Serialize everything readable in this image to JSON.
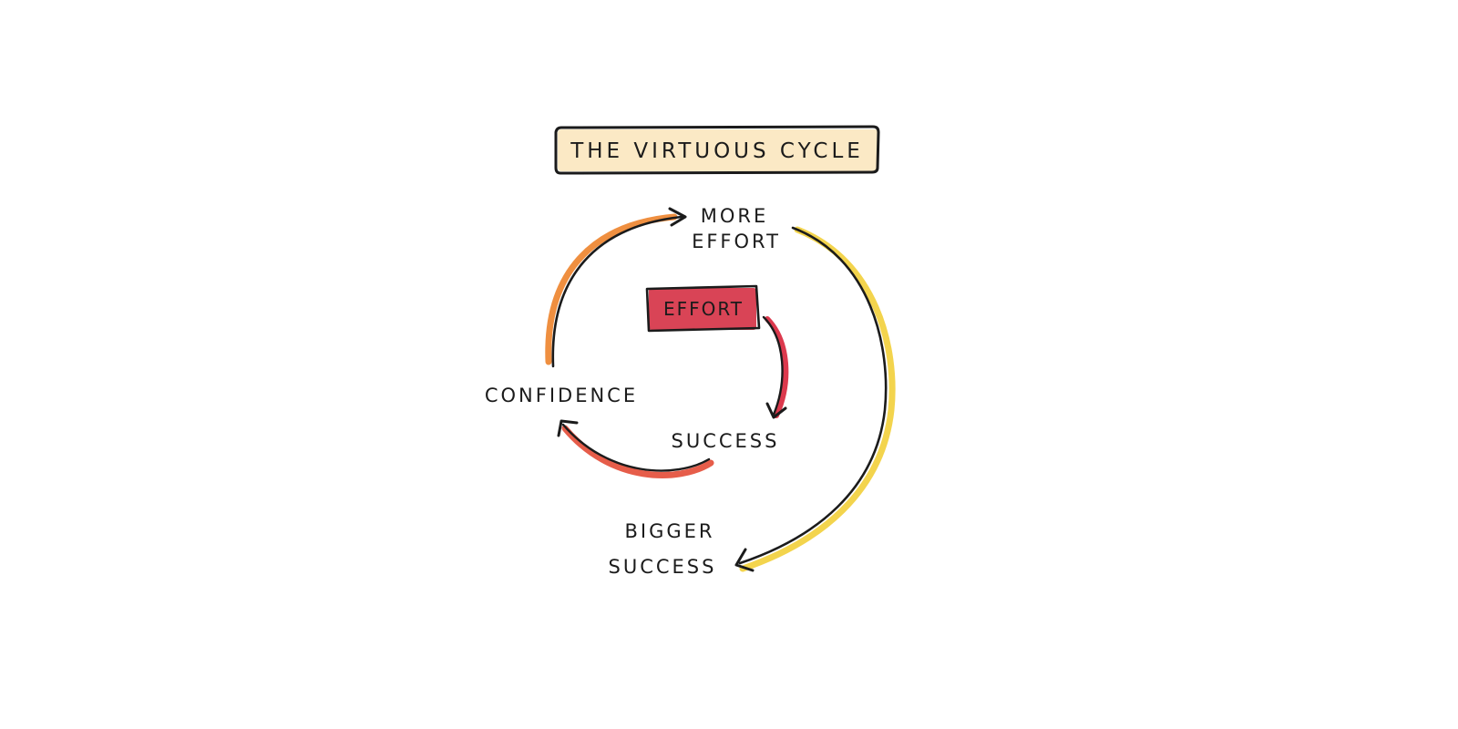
{
  "diagram": {
    "title": "THE VIRTUOUS CYCLE",
    "nodes": {
      "more_effort_line1": "MORE",
      "more_effort_line2": "EFFORT",
      "effort": "EFFORT",
      "confidence": "CONFIDENCE",
      "success": "SUCCESS",
      "bigger_success_line1": "BIGGER",
      "bigger_success_line2": "SUCCESS"
    },
    "edges": [
      {
        "from": "EFFORT",
        "to": "SUCCESS",
        "color": "#d8243a"
      },
      {
        "from": "SUCCESS",
        "to": "CONFIDENCE",
        "color": "#e2412a"
      },
      {
        "from": "CONFIDENCE",
        "to": "MORE EFFORT",
        "color": "#ec7b1f"
      },
      {
        "from": "MORE EFFORT",
        "to": "BIGGER SUCCESS",
        "color": "#f2cf3a"
      }
    ],
    "colors": {
      "title_box_fill": "#fbe9c5",
      "effort_box_fill": "#d94456",
      "ink": "#1b1b1b"
    }
  }
}
